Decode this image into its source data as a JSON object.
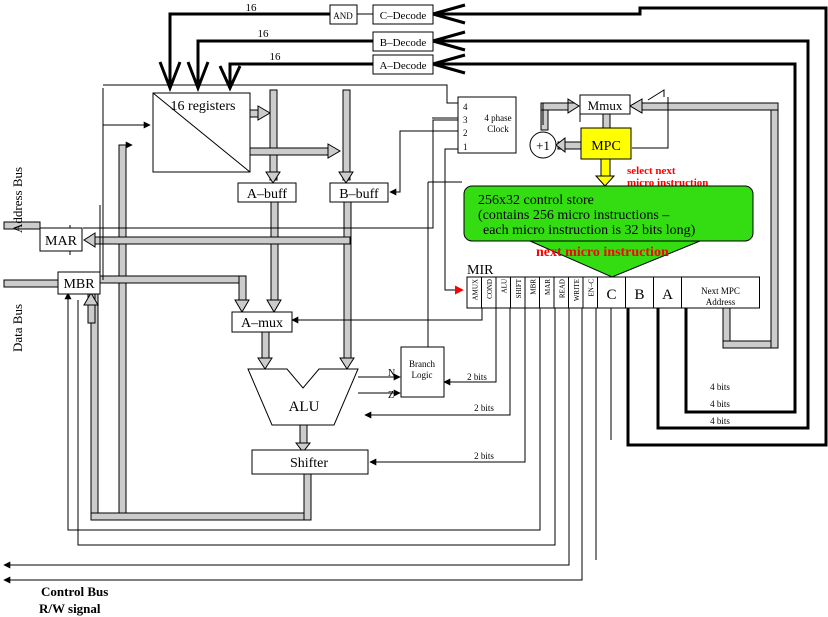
{
  "labels": {
    "and_gate": "AND",
    "c_decode": "C–Decode",
    "b_decode": "B–Decode",
    "a_decode": "A–Decode",
    "bits16_c": "16",
    "bits16_b": "16",
    "bits16_a": "16",
    "registers": "16 registers",
    "clock_title": "4 phase",
    "clock_sub": "Clock",
    "clock_1": "1",
    "clock_2": "2",
    "clock_3": "3",
    "clock_4": "4",
    "mmux": "Mmux",
    "plus_one": "+1",
    "mpc": "MPC",
    "select_next_1": "select next",
    "select_next_2": "micro instruction",
    "control_store_1": "256x32 control store",
    "control_store_2": "(contains 256 micro instructions –",
    "control_store_3": "each micro instruction is 32 bits long)",
    "next_micro": "next micro instruction",
    "a_buff": "A–buff",
    "b_buff": "B–buff",
    "address_bus": "Address Bus",
    "data_bus": "Data Bus",
    "mar": "MAR",
    "mbr": "MBR",
    "mir": "MIR",
    "amux": "A–mux",
    "branch_1": "Branch",
    "branch_2": "Logic",
    "alu": "ALU",
    "flag_n": "N",
    "flag_z": "Z",
    "shifter": "Shifter",
    "bits2_a": "2 bits",
    "bits2_b": "2 bits",
    "bits2_c": "2 bits",
    "bits4_a": "4 bits",
    "bits4_b": "4 bits",
    "bits4_c": "4 bits",
    "control_bus": "Control Bus",
    "rw_signal": "R/W signal"
  },
  "mir_fields": [
    "AMUX",
    "COND",
    "ALU",
    "SHIFT",
    "MBR",
    "MAR",
    "READ",
    "WRITE",
    "EN–C"
  ],
  "mir_big_fields": [
    "C",
    "B",
    "A"
  ],
  "mir_last_field": [
    "Next MPC",
    "Address"
  ],
  "colors": {
    "mpc_fill": "#ffff00",
    "store_fill": "#33dd11",
    "red_text": "#ff0000",
    "bus_gray": "#cccccc"
  }
}
